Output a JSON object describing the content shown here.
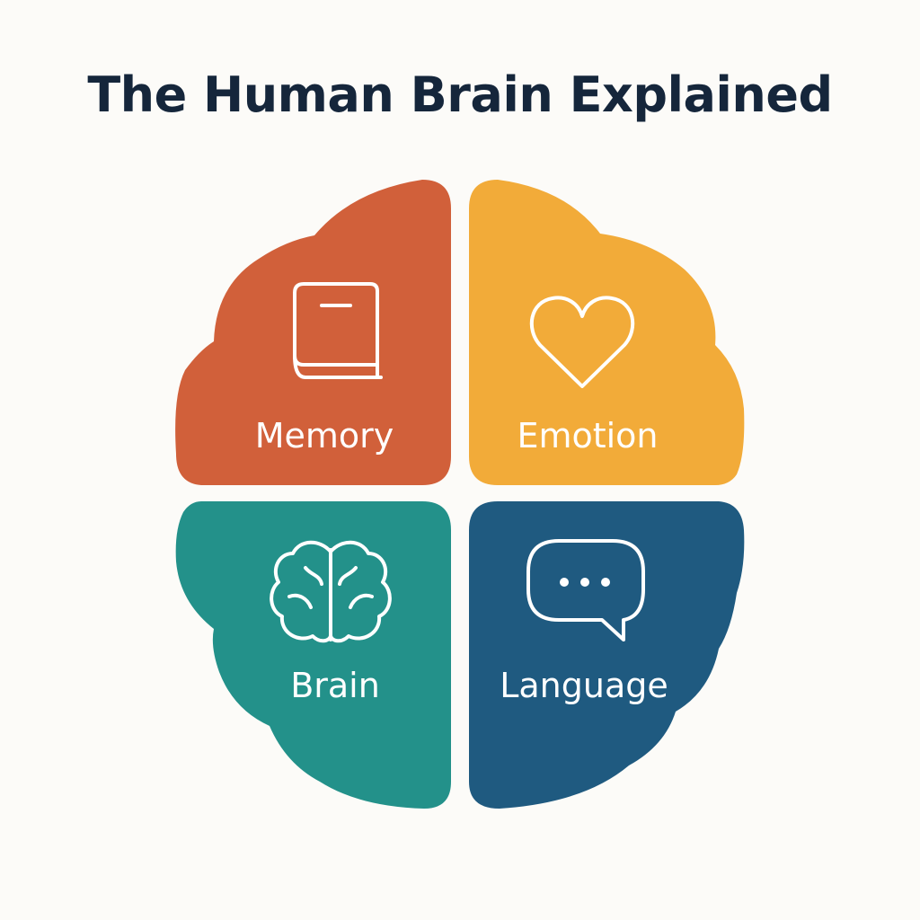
{
  "title": "The Human Brain Explained",
  "quadrants": [
    {
      "label": "Memory",
      "icon": "book-icon",
      "color": "#d1603a"
    },
    {
      "label": "Emotion",
      "icon": "heart-icon",
      "color": "#f2ab39"
    },
    {
      "label": "Brain",
      "icon": "brain-icon",
      "color": "#23918a"
    },
    {
      "label": "Language",
      "icon": "speech-bubble-icon",
      "color": "#1f5a80"
    }
  ]
}
